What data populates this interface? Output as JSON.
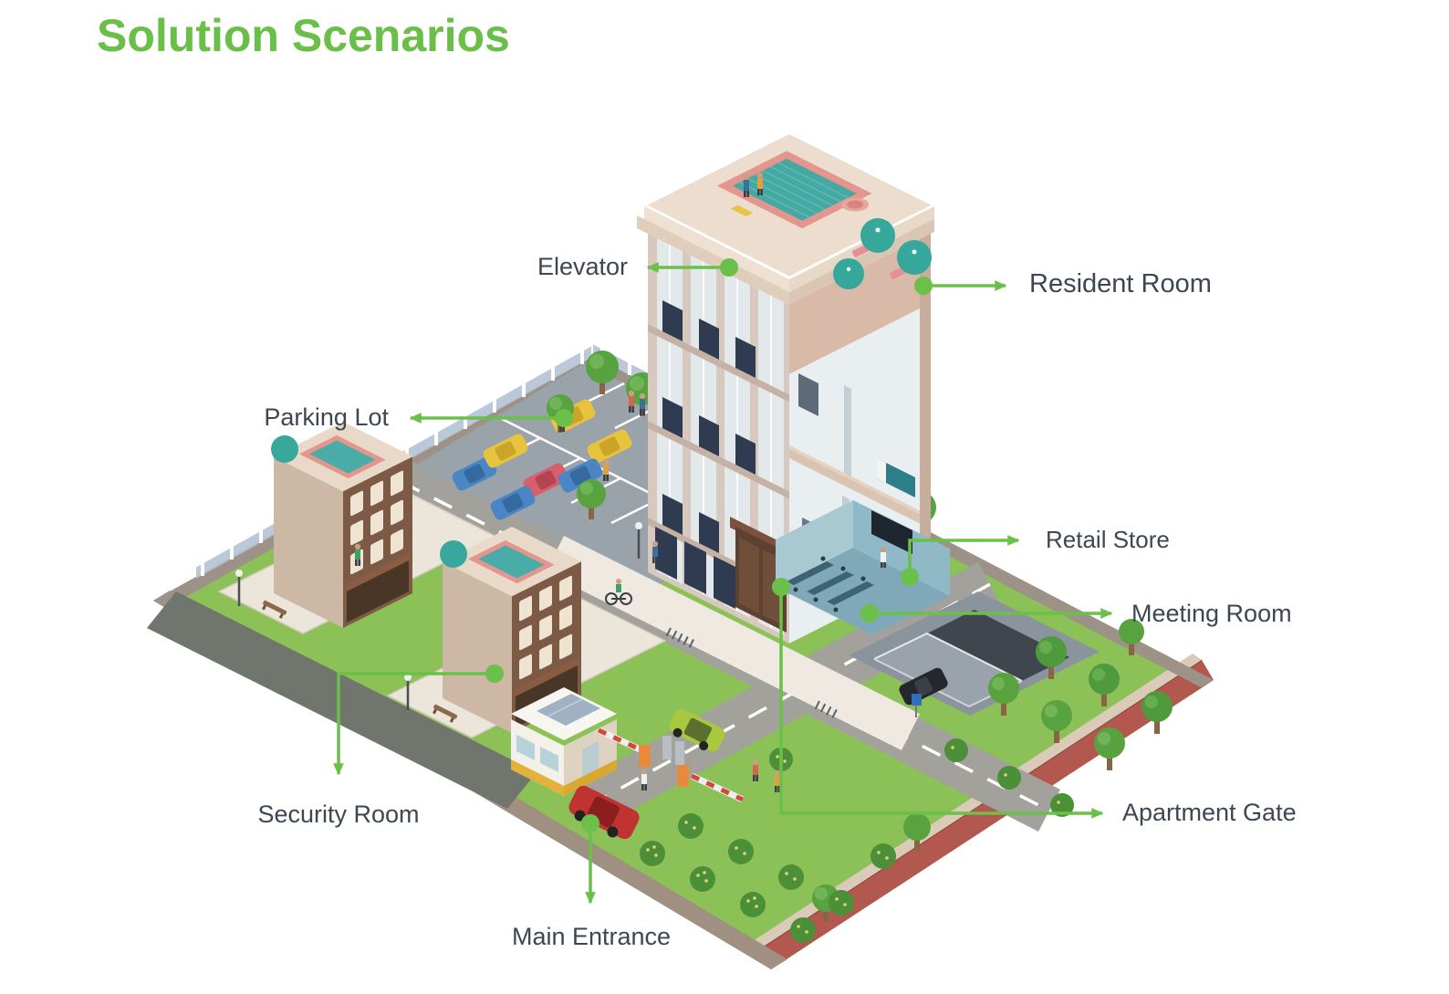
{
  "title": "Solution Scenarios",
  "colors": {
    "accent_green": "#6bc049",
    "title_green": "#6abf48",
    "label_text": "#3d4753"
  },
  "callouts": [
    {
      "id": "elevator",
      "label": "Elevator"
    },
    {
      "id": "resident-room",
      "label": "Resident Room"
    },
    {
      "id": "parking-lot",
      "label": "Parking Lot"
    },
    {
      "id": "retail-store",
      "label": "Retail Store"
    },
    {
      "id": "meeting-room",
      "label": "Meeting Room"
    },
    {
      "id": "security-room",
      "label": "Security Room"
    },
    {
      "id": "apartment-gate",
      "label": "Apartment Gate"
    },
    {
      "id": "main-entrance",
      "label": "Main Entrance"
    }
  ],
  "illustration_alt": "Isometric illustration of a gated apartment complex: a cutaway residential tower with rooftop pool, elevators, resident rooms, retail store and meeting room; two brown apartment buildings; a parking lot; a security booth at the gated main entrance; an underground parking ramp; roads, trees and people"
}
